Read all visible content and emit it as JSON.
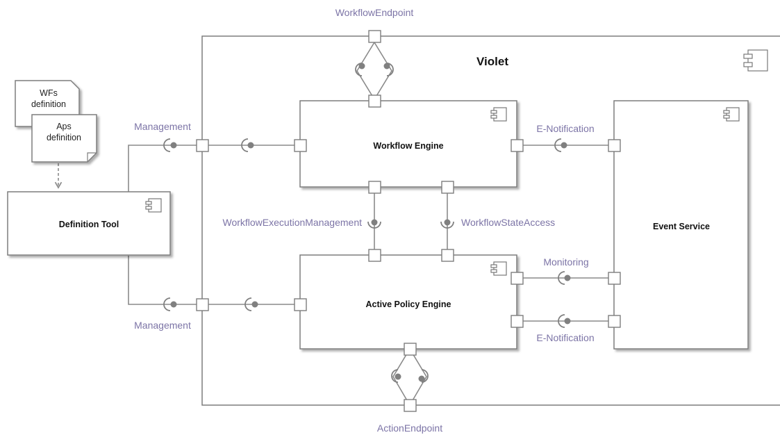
{
  "title": "Violet",
  "components": {
    "workflow_engine": "Workflow Engine",
    "active_policy_engine": "Active Policy Engine",
    "event_service": "Event Service",
    "definition_tool": "Definition Tool"
  },
  "notes": {
    "wfs": [
      "WFs",
      "definition"
    ],
    "aps": [
      "Aps",
      "definition"
    ]
  },
  "interfaces": {
    "workflow_endpoint": "WorkflowEndpoint",
    "action_endpoint": "ActionEndpoint",
    "management_top": "Management",
    "management_bottom": "Management",
    "e_notification_top": "E-Notification",
    "e_notification_bottom": "E-Notification",
    "workflow_execution_management": "WorkflowExecutionManagement",
    "workflow_state_access": "WorkflowStateAccess",
    "monitoring": "Monitoring"
  },
  "colors": {
    "interface_label": "#7c74a6",
    "border": "#7d7d7d",
    "connector": "#808080"
  }
}
